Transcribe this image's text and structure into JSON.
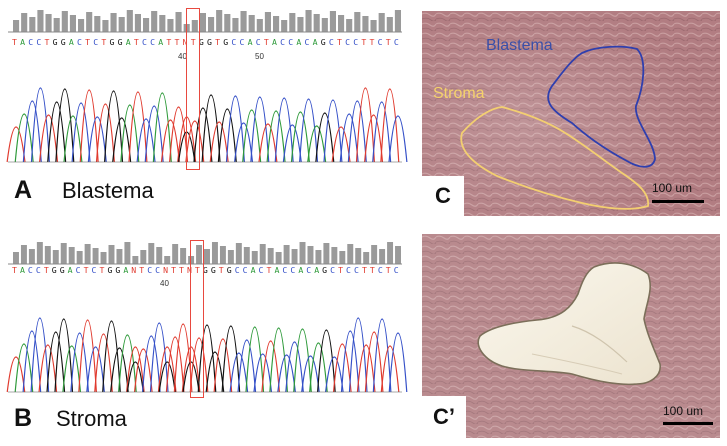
{
  "panel_a": {
    "letter": "A",
    "tissue": "Blastema",
    "sequence": "TACCTGGACTCTGGATCCATTNTGGTGCCACTACCACAGCTCCTTCTC",
    "position_labels": [
      "40",
      "50"
    ]
  },
  "panel_b": {
    "letter": "B",
    "tissue": "Stroma",
    "sequence": "TACCTGGACTCTGGANTCCNTTNTGGTGCCACTACCACAGCTCCTTCTC",
    "position_labels": [
      "40"
    ]
  },
  "panel_c": {
    "letter": "C",
    "scale_label": "100 um",
    "regions": [
      {
        "label": "Blastema",
        "color": "#3a4fa8"
      },
      {
        "label": "Stroma",
        "color": "#f5d26b"
      }
    ]
  },
  "panel_c_prime": {
    "letter": "C’",
    "scale_label": "100 um"
  },
  "colors": {
    "base_A": "#2e9a3a",
    "base_C": "#3550c8",
    "base_G": "#111111",
    "base_T": "#e03a2e",
    "base_N": "#e03a2e",
    "highlight_box": "#e8493f",
    "quality_bar": "#9a9a9a",
    "tissue_bg": "#b07a7e"
  }
}
